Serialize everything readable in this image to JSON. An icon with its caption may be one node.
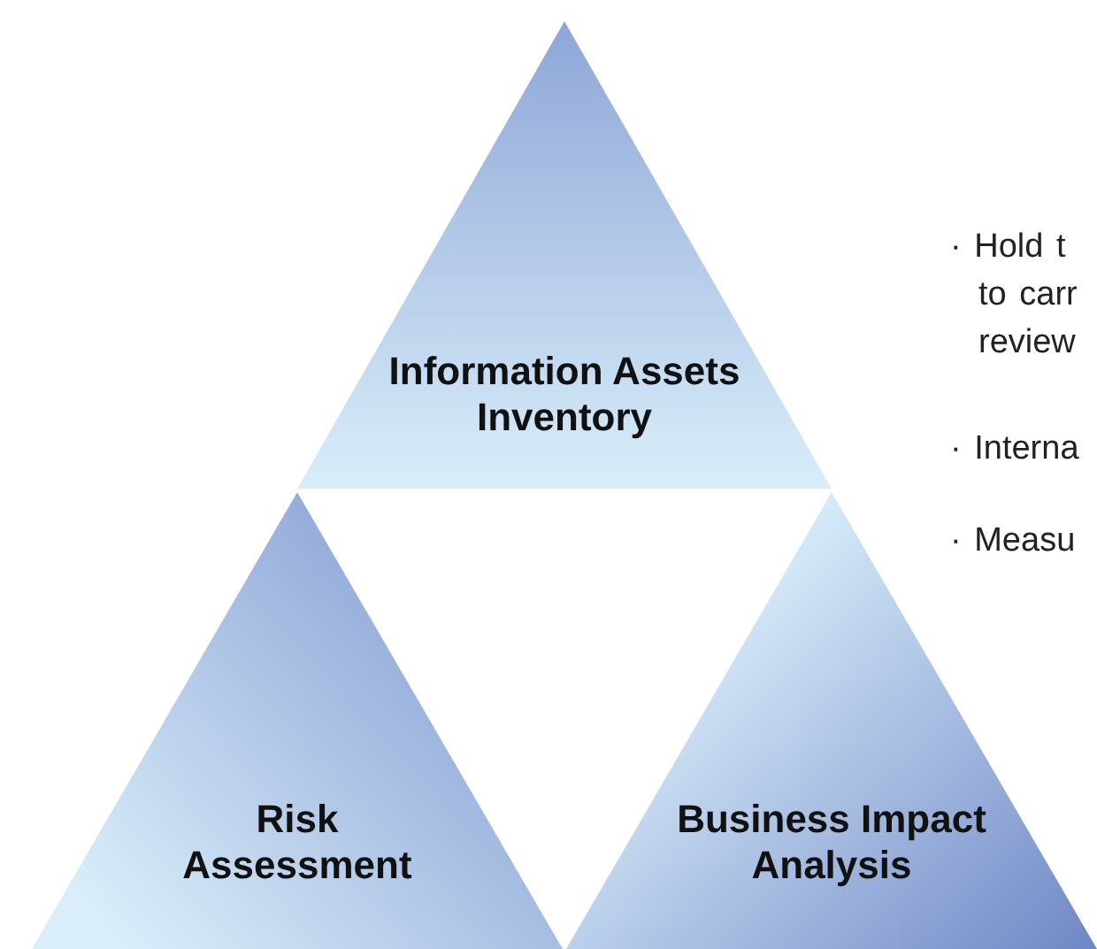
{
  "diagram": {
    "nodes": [
      {
        "text": [
          "Information Assets Inventory"
        ]
      },
      {
        "text": [
          "Risk Assessment"
        ]
      },
      {
        "text": [
          "Business Impact Analysis"
        ]
      }
    ],
    "labels": [
      "· Hold t to carr review",
      "· Interna",
      "· Measu"
    ]
  }
}
